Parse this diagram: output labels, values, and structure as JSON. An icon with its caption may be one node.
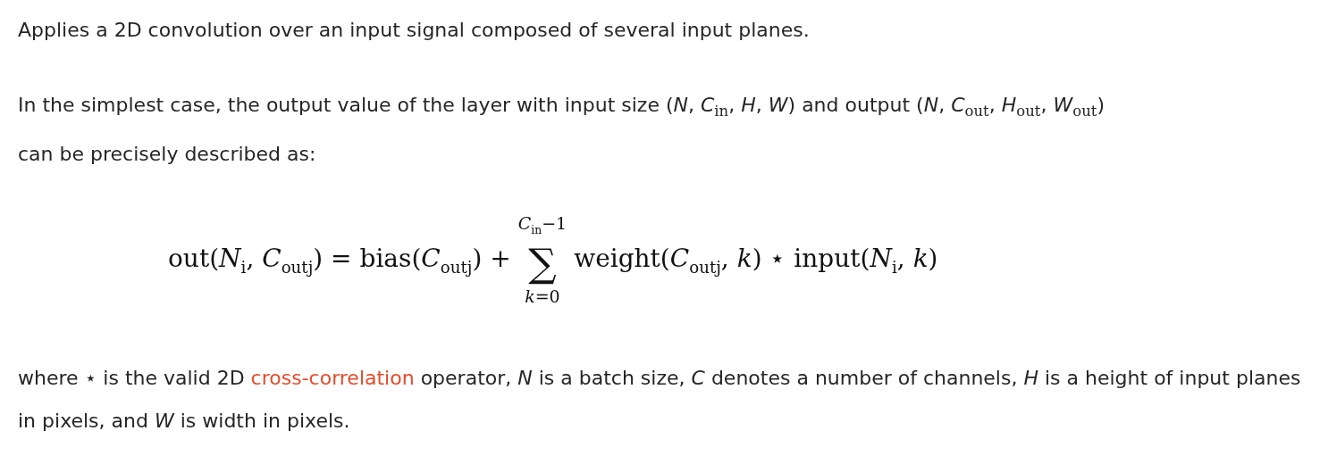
{
  "diagram": {
    "labels": [
      "Applies a 2D convolution over an input signal composed of several input planes.",
      "In the simplest case, the output value of the layer with input size (*N*, *C*$_{in}$, *H*, *W*) and output (*N*, *C*$_{out}$, *H*$_{out}$, *W*$_{out}$) can be precisely described as:",
      "out(*N*$_{i}$, *C*$_{out}$$_{j}$) = bias(*C*$_{out}$$_{j}$) +",
      "*C*$_{in}$−1",
      "∑",
      "*k*=0",
      "weight(*C*$_{out}$$_{j}$, *k*) ⋆ input(*N*$_{i}$, *k*)",
      "where ⋆ is the valid 2D",
      "cross-correlation",
      "operator, *N* is a batch size, *C* denotes a number of channels, *H* is a height of input planes in pixels, and *W* is width in pixels."
    ]
  }
}
